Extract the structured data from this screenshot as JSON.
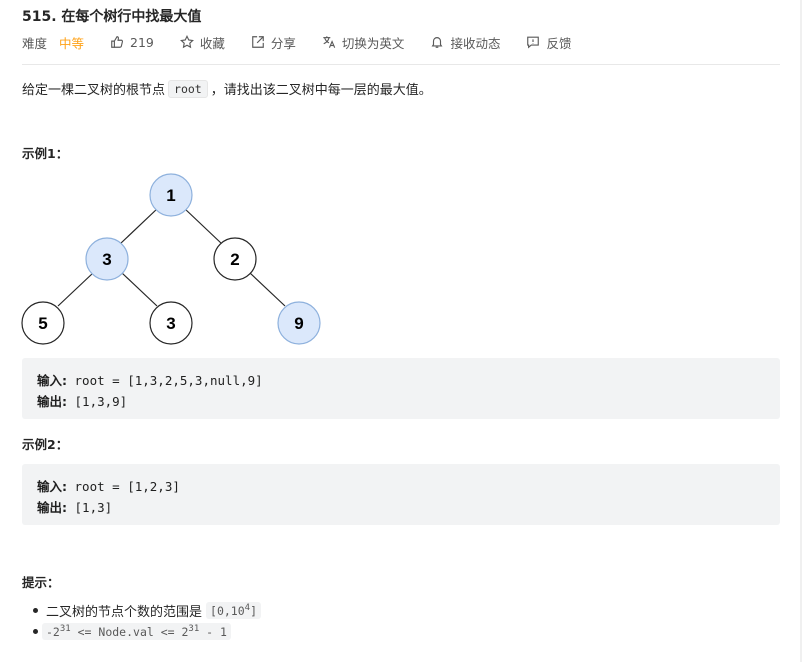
{
  "problem": {
    "title": "515. 在每个树行中找最大值",
    "difficulty_label": "难度",
    "difficulty_value": "中等",
    "likes": "219",
    "favorite": "收藏",
    "share": "分享",
    "switch_lang": "切换为英文",
    "subscribe": "接收动态",
    "feedback": "反馈"
  },
  "description": {
    "prefix": "给定一棵二叉树的根节点",
    "code": "root",
    "suffix": "，请找出该二叉树中每一层的最大值。"
  },
  "example1": {
    "label": "示例1：",
    "tree_nodes": [
      "1",
      "3",
      "2",
      "5",
      "3",
      "9"
    ],
    "input_label": "输入:",
    "input_value": " root = [1,3,2,5,3,null,9]",
    "output_label": "输出:",
    "output_value": " [1,3,9]"
  },
  "example2": {
    "label": "示例2：",
    "input_label": "输入:",
    "input_value": " root = [1,2,3]",
    "output_label": "输出:",
    "output_value": " [1,3]"
  },
  "hints": {
    "label": "提示：",
    "item1_text": "二叉树的节点个数的范围是",
    "item1_code_prefix": "[0,10",
    "item1_code_sup": "4",
    "item1_code_suffix": "]",
    "item2_code_prefix": "-2",
    "item2_code_sup1": "31",
    "item2_code_middle": " <= Node.val <= 2",
    "item2_code_sup2": "31",
    "item2_code_suffix": " - 1"
  },
  "colors": {
    "highlight_fill": "#dbe8fb",
    "highlight_stroke": "#8eb1dd",
    "accent_orange": "#ffa116"
  },
  "icons": [
    "thumbs-up-icon",
    "star-icon",
    "share-icon",
    "translate-icon",
    "bell-icon",
    "feedback-icon"
  ]
}
